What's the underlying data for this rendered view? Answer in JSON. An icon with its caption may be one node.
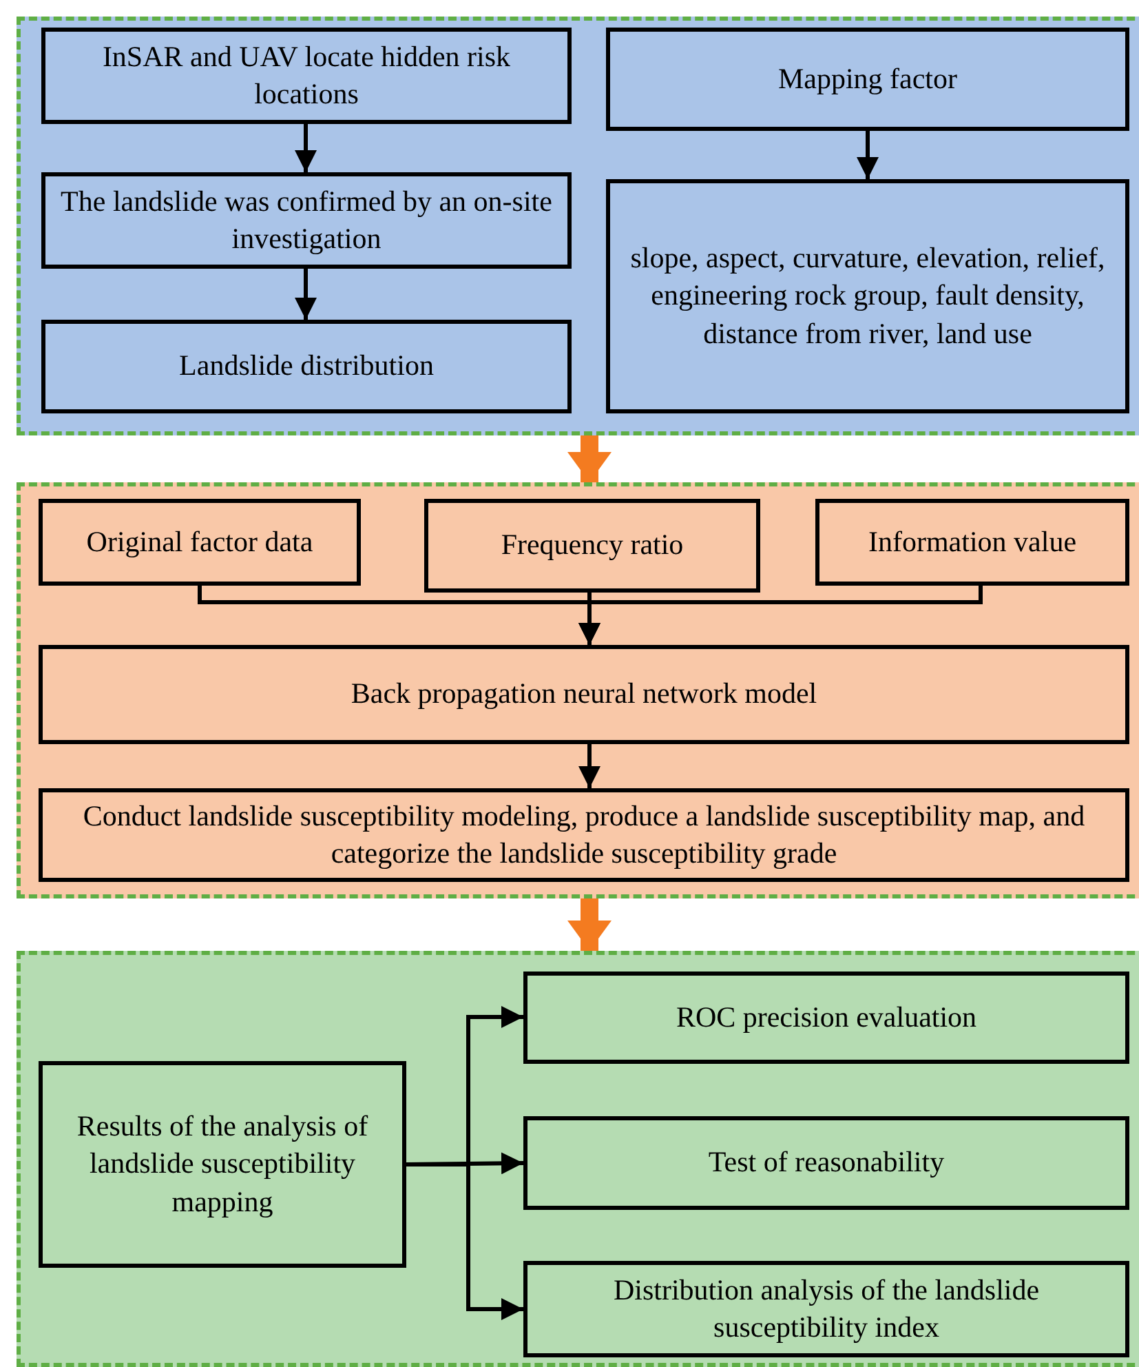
{
  "diagram": {
    "nodes": [
      {
        "text": [],
        "shape": "box"
      },
      {
        "text": [
          "InSAR and UAV locate hidden risk locations"
        ],
        "in": 0
      },
      {
        "text": [
          "The landslide was confirmed by an on-site investigation"
        ],
        "in": 0
      },
      {
        "text": [
          "Landslide distribution"
        ],
        "in": 0
      },
      {
        "text": [
          "Mapping factor"
        ],
        "in": 0
      },
      {
        "text": [
          "slope, aspect, curvature, elevation, relief, engineering rock group, fault density, distance from river, land use"
        ],
        "in": 0
      },
      {
        "text": [],
        "shape": "box"
      },
      {
        "text": [
          "Original factor data"
        ],
        "in": 6
      },
      {
        "text": [
          "Frequency ratio"
        ],
        "in": 6
      },
      {
        "text": [
          "Information value"
        ],
        "in": 6
      },
      {
        "text": [
          "Back propagation neural network model"
        ],
        "in": 6
      },
      {
        "text": [
          "Conduct landslide susceptibility modeling, produce a landslide susceptibility map, and categorize the landslide susceptibility grade"
        ],
        "in": 6
      },
      {
        "text": [],
        "shape": "box"
      },
      {
        "text": [
          "Results of the analysis of landslide susceptibility mapping"
        ],
        "in": 12
      },
      {
        "text": [
          "ROC precision evaluation"
        ],
        "in": 12
      },
      {
        "text": [
          "Test of reasonability"
        ],
        "in": 12
      },
      {
        "text": [
          "Distribution analysis of the landslide susceptibility index"
        ],
        "in": 12
      }
    ],
    "edges": [
      {
        "from": 1,
        "to": 2,
        "arrow": "to"
      },
      {
        "from": 2,
        "to": 3,
        "arrow": "to"
      },
      {
        "from": 4,
        "to": 5,
        "arrow": "to"
      },
      {
        "from": 0,
        "to": 6,
        "arrow": "to",
        "style": "thick",
        "color": "#f47b20"
      },
      {
        "from": 7,
        "to": 10,
        "arrow": "to"
      },
      {
        "from": 8,
        "to": 10,
        "arrow": "to"
      },
      {
        "from": 9,
        "to": 10,
        "arrow": "to"
      },
      {
        "from": 10,
        "to": 11,
        "arrow": "to"
      },
      {
        "from": 6,
        "to": 12,
        "arrow": "to",
        "style": "thick",
        "color": "#f47b20"
      },
      {
        "from": 13,
        "to": 14,
        "arrow": "to"
      },
      {
        "from": 13,
        "to": 15,
        "arrow": "to"
      },
      {
        "from": 13,
        "to": 16,
        "arrow": "to"
      }
    ]
  }
}
